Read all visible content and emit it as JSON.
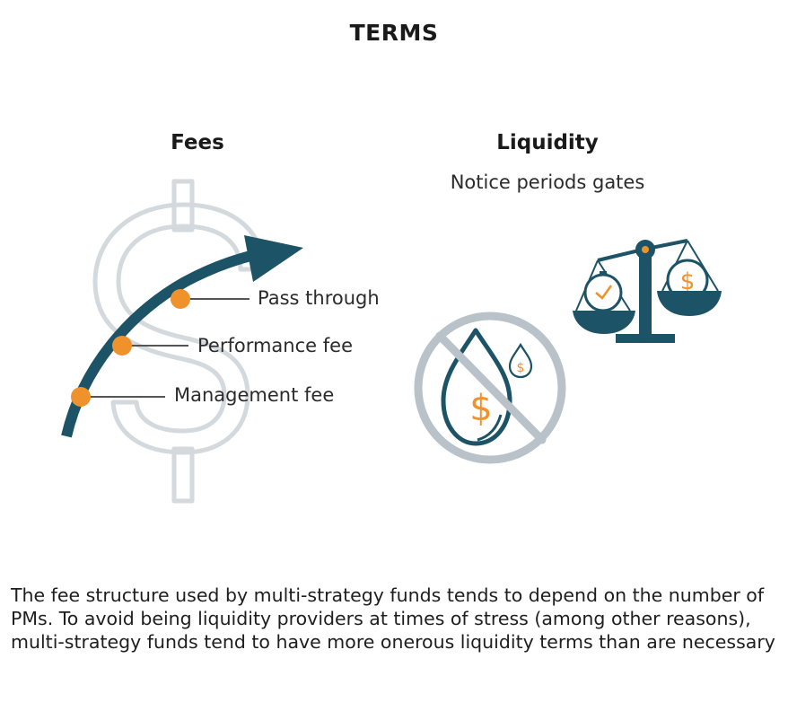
{
  "title": "TERMS",
  "fees": {
    "heading": "Fees",
    "items": [
      "Pass through",
      "Performance fee",
      "Management fee"
    ]
  },
  "liquidity": {
    "heading": "Liquidity",
    "subtitle": "Notice periods gates"
  },
  "caption": "The fee structure used by multi-strategy funds tends to depend on the number of PMs. To avoid being liquidity providers at times of stress (among other reasons), multi-strategy funds tend to have more onerous liquidity terms than are necessary",
  "icons": {
    "dollar_background": "dollar-sign-icon",
    "arrow": "growth-arrow-icon",
    "no_liquidity": "no-liquidity-drop-icon",
    "scale": "balance-scale-icon"
  },
  "colors": {
    "teal": "#1c5366",
    "orange": "#f0922b",
    "light_gray": "#c8d0d4",
    "ring_gray": "#b8c2c8"
  }
}
